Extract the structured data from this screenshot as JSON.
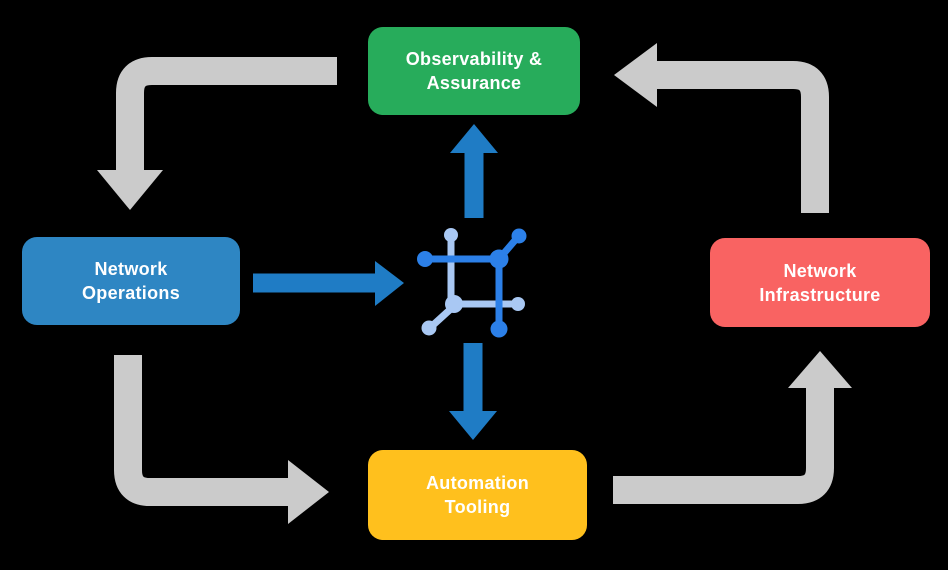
{
  "diagram": {
    "nodes": [
      {
        "id": "observability-assurance",
        "lines": [
          "Observability &",
          "Assurance"
        ],
        "color": "#27AC5B"
      },
      {
        "id": "network-operations",
        "lines": [
          "Network",
          "Operations"
        ],
        "color": "#2E86C3"
      },
      {
        "id": "network-infrastructure",
        "lines": [
          "Network",
          "Infrastructure"
        ],
        "color": "#F96362"
      },
      {
        "id": "automation-tooling",
        "lines": [
          "Automation",
          "Tooling"
        ],
        "color": "#FFC01D"
      }
    ],
    "center_icon": "network-grid-icon",
    "colors": {
      "background": "#000000",
      "cycle_arrows": "#CBCBCB",
      "flow_arrows": "#1F7CC5",
      "icon_dark": "#2C80E8",
      "icon_light": "#A9C8F3",
      "node_text": "#FFFFFF"
    }
  }
}
